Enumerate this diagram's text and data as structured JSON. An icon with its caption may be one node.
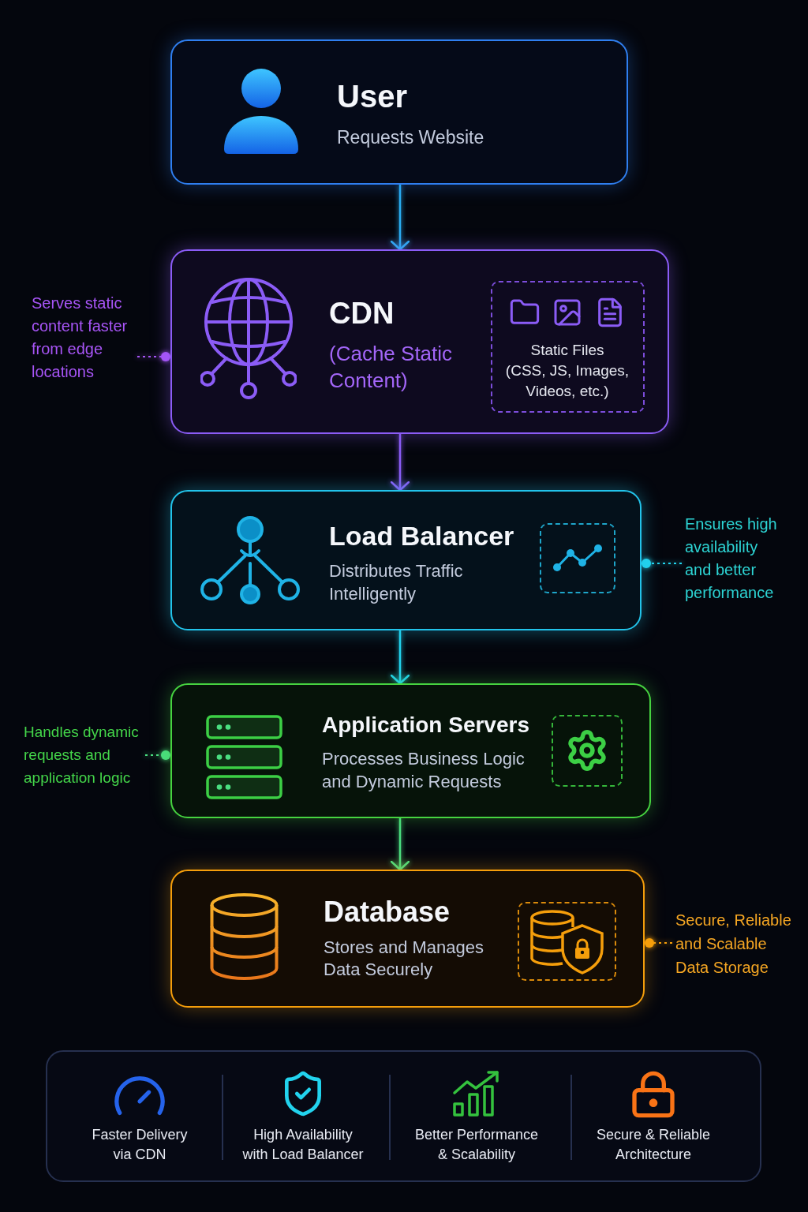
{
  "diagram": {
    "nodes": [
      {
        "text": [
          "User",
          "Requests Website"
        ]
      },
      {
        "text": [
          "Serves static content faster from edge locations"
        ]
      },
      {
        "text": [
          "CDN",
          "(Cache Static Content)"
        ]
      },
      {
        "text": [
          "Static Files",
          "(CSS, JS, Images, Videos, etc.)"
        ],
        "in": 2
      },
      {
        "text": [
          "Load Balancer",
          "Distributes Traffic Intelligently"
        ]
      },
      {
        "text": [],
        "shape": "box",
        "in": 4
      },
      {
        "text": [
          "Ensures high availability and better performance"
        ]
      },
      {
        "text": [
          "Handles dynamic requests and application logic"
        ]
      },
      {
        "text": [
          "Application Servers",
          "Processes Business Logic and Dynamic Requests"
        ]
      },
      {
        "text": [],
        "shape": "box",
        "in": 8
      },
      {
        "text": [
          "Database",
          "Stores and Manages Data Securely"
        ]
      },
      {
        "text": [],
        "shape": "box",
        "in": 10
      },
      {
        "text": [
          "Secure, Reliable and Scalable Data Storage"
        ]
      },
      {
        "text": [
          "Faster Delivery via CDN",
          "High Availability with Load Balancer",
          "Better Performance & Scalability",
          "Secure & Reliable Architecture"
        ]
      }
    ],
    "edges": [
      {
        "from": 0,
        "to": 2,
        "arrow": "to",
        "color": "#29aef2"
      },
      {
        "from": 2,
        "to": 4,
        "arrow": "to",
        "color": "#8b5cf6"
      },
      {
        "from": 4,
        "to": 8,
        "arrow": "to",
        "color": "#22d3ee"
      },
      {
        "from": 8,
        "to": 10,
        "arrow": "to",
        "color": "#4ade80"
      },
      {
        "from": 1,
        "to": 2,
        "arrow": "other",
        "style": "dashed",
        "color": "#a855f7"
      },
      {
        "from": 6,
        "to": 4,
        "arrow": "other",
        "style": "dashed",
        "color": "#22d3ee"
      },
      {
        "from": 7,
        "to": 8,
        "arrow": "other",
        "style": "dashed",
        "color": "#4ade80"
      },
      {
        "from": 12,
        "to": 10,
        "arrow": "other",
        "style": "dashed",
        "color": "#f59e0b"
      }
    ]
  }
}
